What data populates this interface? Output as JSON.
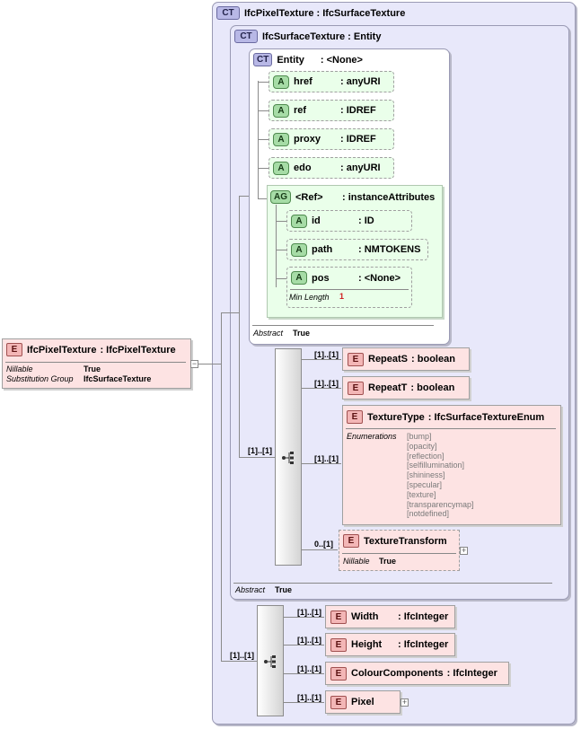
{
  "root": {
    "badge": "E",
    "name": "IfcPixelTexture",
    "type": ": IfcPixelTexture",
    "props": [
      {
        "label": "Nillable",
        "value": "True"
      },
      {
        "label": "Substitution Group",
        "value": "IfcSurfaceTexture"
      }
    ]
  },
  "outer": {
    "badge": "CT",
    "title": "IfcPixelTexture : IfcSurfaceTexture"
  },
  "surface": {
    "badge": "CT",
    "title": "IfcSurfaceTexture : Entity",
    "abstract_label": "Abstract",
    "abstract_value": "True"
  },
  "entity": {
    "badge": "CT",
    "title": "Entity",
    "type": ": <None>",
    "abstract_label": "Abstract",
    "abstract_value": "True",
    "attributes": [
      {
        "badge": "A",
        "name": "href",
        "type": ": anyURI"
      },
      {
        "badge": "A",
        "name": "ref",
        "type": ": IDREF"
      },
      {
        "badge": "A",
        "name": "proxy",
        "type": ": IDREF"
      },
      {
        "badge": "A",
        "name": "edo",
        "type": ": anyURI"
      }
    ],
    "group": {
      "badge": "AG",
      "name": "<Ref>",
      "type": ": instanceAttributes",
      "attributes": [
        {
          "badge": "A",
          "name": "id",
          "type": ": ID"
        },
        {
          "badge": "A",
          "name": "path",
          "type": ": NMTOKENS"
        },
        {
          "badge": "A",
          "name": "pos",
          "type": ": <None>",
          "prop_label": "Min Length",
          "prop_value": "1"
        }
      ]
    }
  },
  "surface_sequence": {
    "cardinality": "[1]..[1]",
    "elements": [
      {
        "badge": "E",
        "name": "RepeatS",
        "type": ": boolean",
        "cardinality": "[1]..[1]"
      },
      {
        "badge": "E",
        "name": "RepeatT",
        "type": ": boolean",
        "cardinality": "[1]..[1]"
      },
      {
        "badge": "E",
        "name": "TextureType",
        "type": ": IfcSurfaceTextureEnum",
        "cardinality": "[1]..[1]",
        "enum_label": "Enumerations",
        "enumerations": [
          "[bump]",
          "[opacity]",
          "[reflection]",
          "[selfillumination]",
          "[shininess]",
          "[specular]",
          "[texture]",
          "[transparencymap]",
          "[notdefined]"
        ]
      },
      {
        "badge": "E",
        "name": "TextureTransform",
        "cardinality": "0..[1]",
        "prop_label": "Nillable",
        "prop_value": "True"
      }
    ]
  },
  "pixel_sequence": {
    "cardinality": "[1]..[1]",
    "elements": [
      {
        "badge": "E",
        "name": "Width",
        "type": ": IfcInteger",
        "cardinality": "[1]..[1]"
      },
      {
        "badge": "E",
        "name": "Height",
        "type": ": IfcInteger",
        "cardinality": "[1]..[1]"
      },
      {
        "badge": "E",
        "name": "ColourComponents",
        "type": ": IfcInteger",
        "cardinality": "[1]..[1]"
      },
      {
        "badge": "E",
        "name": "Pixel",
        "cardinality": "[1]..[1]"
      }
    ]
  },
  "icons": {
    "expand": "plus-icon",
    "sequence": "sequence-compositor-icon",
    "connector": "minus-icon"
  }
}
